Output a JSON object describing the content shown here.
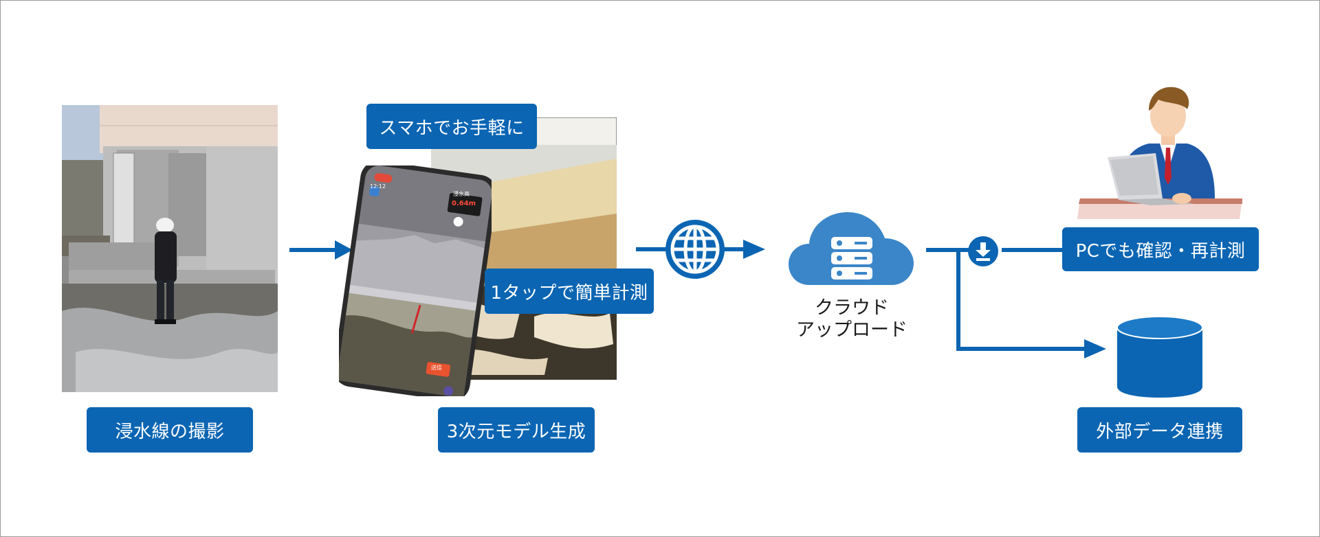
{
  "steps": {
    "photo_label": "浸水線の撮影",
    "smartphone_label": "スマホでお手軽に",
    "tap_label": "1タップで簡単計測",
    "model_label": "3次元モデル生成",
    "cloud_line1": "クラウド",
    "cloud_line2": "アップロード",
    "pc_label": "PCでも確認・再計測",
    "external_label": "外部データ連携"
  },
  "phone_screen": {
    "time": "12:12",
    "measure_title": "浸水高",
    "measure_value": "0.64m",
    "send_button": "送信"
  },
  "icons": {
    "arrow1": "arrow-right-icon",
    "globe": "globe-icon",
    "cloud": "cloud-server-icon",
    "download": "download-icon",
    "database": "database-icon",
    "person": "businessman-laptop-icon"
  },
  "colors": {
    "brand_blue": "#0b65b3",
    "arrow_blue": "#0a64b1",
    "cloud_blue": "#3a86c8"
  }
}
